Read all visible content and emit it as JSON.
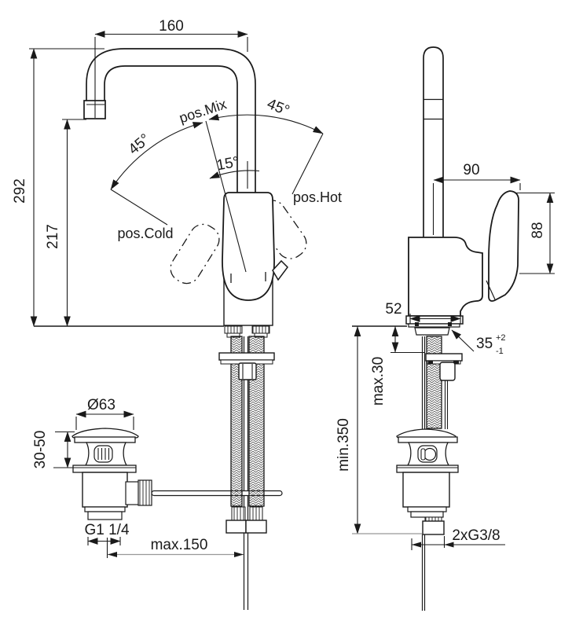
{
  "front_view": {
    "spout_reach": "160",
    "spout_height_total": "292",
    "spout_height_outlet": "217",
    "swivel_angle_left": "45°",
    "swivel_angle_right": "45°",
    "mix_angle": "15°",
    "pos_mix": "pos.Mix",
    "pos_hot": "pos.Hot",
    "pos_cold": "pos.Cold",
    "waste_diameter": "Ø63",
    "clamping_range": "30-50",
    "waste_thread": "G1 1/4",
    "rod_offset": "max.150"
  },
  "side_view": {
    "handle_reach": "90",
    "handle_height": "88",
    "base_depth": "52",
    "hole_diameter": "35",
    "hole_tolerance_plus": "+2",
    "hole_tolerance_minus": "-1",
    "deck_thickness": "max.30",
    "hose_length": "min.350",
    "supply_thread": "2xG3/8"
  },
  "colors": {
    "line": "#1a1a1a",
    "reference_gray": "#999999",
    "background": "#ffffff"
  }
}
